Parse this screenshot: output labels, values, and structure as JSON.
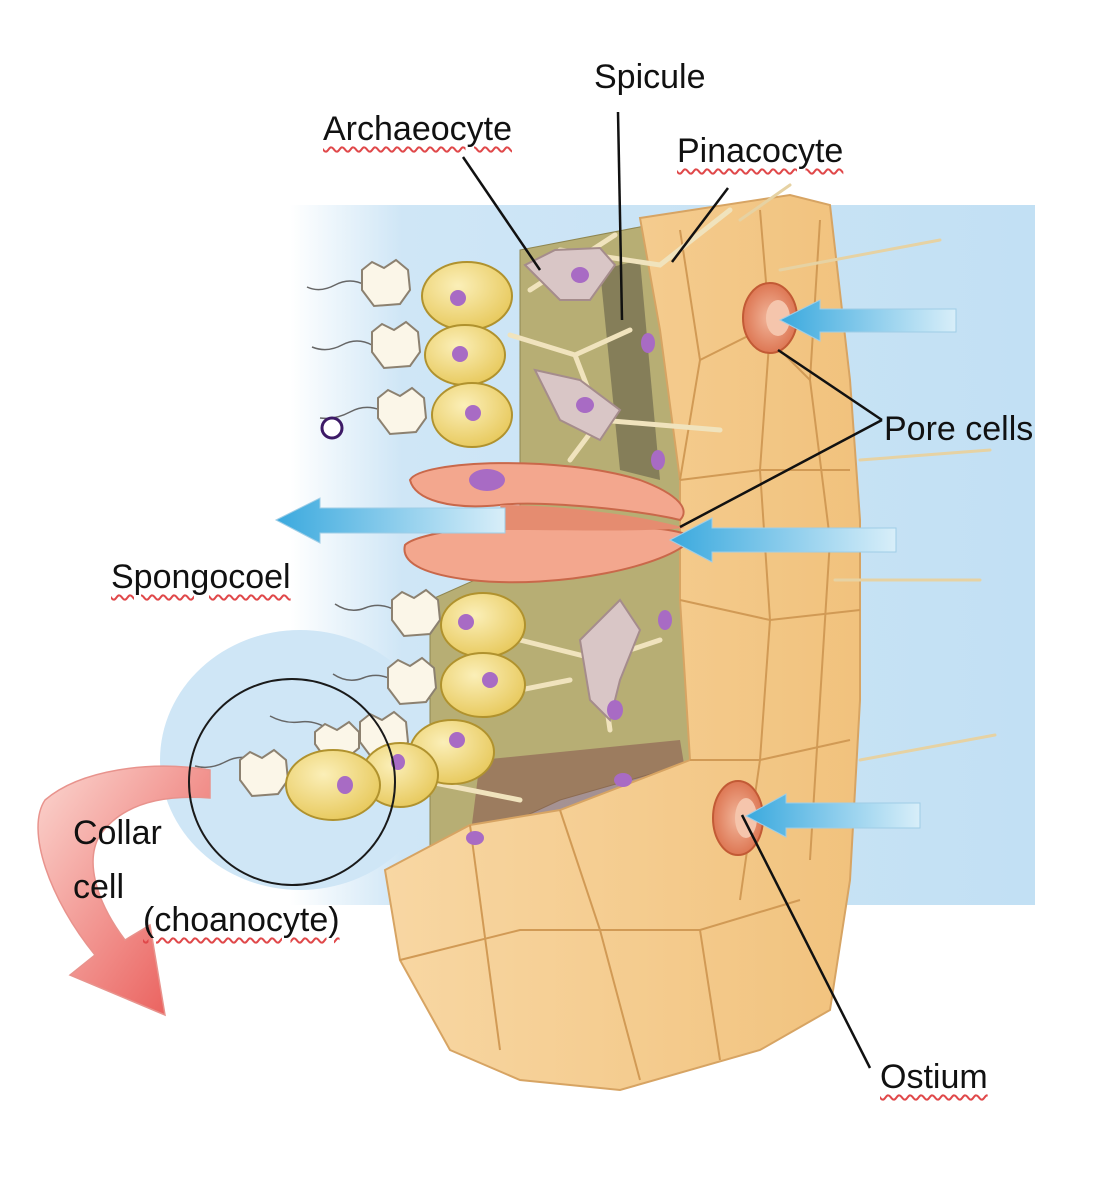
{
  "labels": {
    "spicule": "Spicule",
    "archaeocyte": "Archaeocyte",
    "pinacocyte": "Pinacocyte",
    "pore_cells": "Pore cells",
    "spongocoel": "Spongocoel",
    "collar_cell_line1": "Collar",
    "collar_cell_line2": "cell",
    "collar_cell_line3": "(choanocyte)",
    "ostium": "Ostium"
  },
  "colors": {
    "water_blue": "#c9e4f6",
    "body_wall": "#f6cf95",
    "body_wall_outline": "#d9a868",
    "mesohyl": "#b9b27a",
    "choanocyte_body": "#f3dd7a",
    "nucleus": "#a86bc4",
    "flow_arrow": "#56b9e6",
    "outflow_arrow": "#e85e5e",
    "pore_cell": "#e28560"
  }
}
